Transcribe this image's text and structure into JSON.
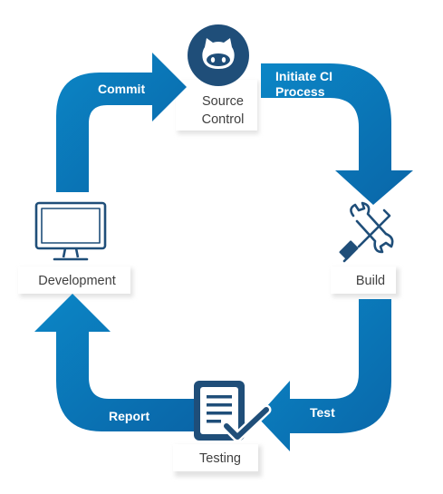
{
  "colors": {
    "flow": "#0a78b8",
    "flow_dark": "#0a62a0",
    "icon": "#1f4e79",
    "node_text": "#404040",
    "arrow_text": "#ffffff",
    "label_shadow": "#d9d9d9"
  },
  "arrows": {
    "commit": "Commit",
    "initiate_line1": "Initiate CI",
    "initiate_line2": "Process",
    "test": "Test",
    "report": "Report"
  },
  "nodes": {
    "source_line1": "Source",
    "source_line2": "Control",
    "build": "Build",
    "testing": "Testing",
    "development": "Development"
  },
  "icons": {
    "source": "github-octocat-icon",
    "build": "wrench-screwdriver-icon",
    "testing": "checklist-icon",
    "development": "monitor-icon"
  }
}
